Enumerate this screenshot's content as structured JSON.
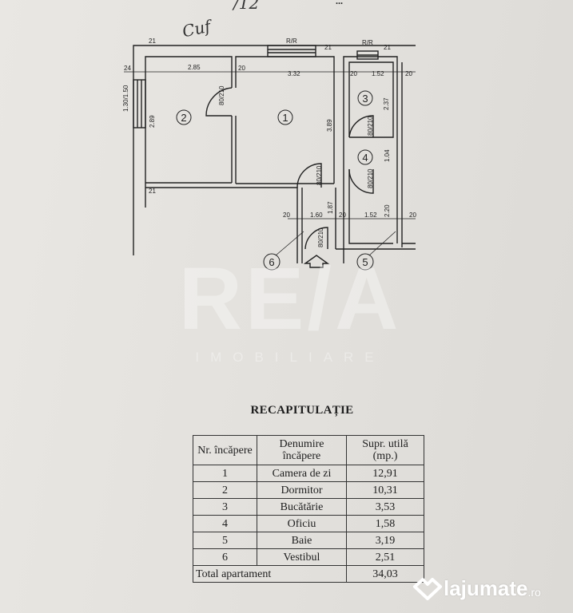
{
  "handwriting": {
    "note": "Cuf",
    "top_mark": "/12"
  },
  "top_header_fragment": "...",
  "plan": {
    "rooms": [
      "1",
      "2",
      "3",
      "4",
      "5",
      "6"
    ],
    "dims": {
      "d285": "2.85",
      "d332": "3.32",
      "d152a": "1.52",
      "d24": "24",
      "d20a": "20",
      "d20b": "20",
      "d20c": "20",
      "d289": "2.89",
      "d389": "3.89",
      "d237": "2.37",
      "d104": "1.04",
      "d187": "1.87",
      "d160": "1.60",
      "d152b": "1.52",
      "d220": "2.20",
      "d20d": "20",
      "d20e": "20",
      "d20f": "20",
      "d21a": "21",
      "d21b": "21",
      "d21c": "21",
      "d21d": "21",
      "win_left": "1.30/1.50",
      "win_top1": "R/R",
      "win_top2": "R/R",
      "door": "80/210"
    }
  },
  "recap": {
    "title": "RECAPITULAȚIE",
    "headers": [
      "Nr. încăpere",
      "Denumire încăpere",
      "Supr. utilă (mp.)"
    ],
    "rows": [
      [
        "1",
        "Camera de zi",
        "12,91"
      ],
      [
        "2",
        "Dormitor",
        "10,31"
      ],
      [
        "3",
        "Bucătărie",
        "3,53"
      ],
      [
        "4",
        "Oficiu",
        "1,58"
      ],
      [
        "5",
        "Baie",
        "3,19"
      ],
      [
        "6",
        "Vestibul",
        "2,51"
      ]
    ],
    "total_label": "Total apartament",
    "total_value": "34,03"
  },
  "watermark": {
    "logo": "RE/A",
    "sub": "IMOBILIARE"
  },
  "lajumate": {
    "name": "lajumate",
    "tld": ".ro"
  }
}
